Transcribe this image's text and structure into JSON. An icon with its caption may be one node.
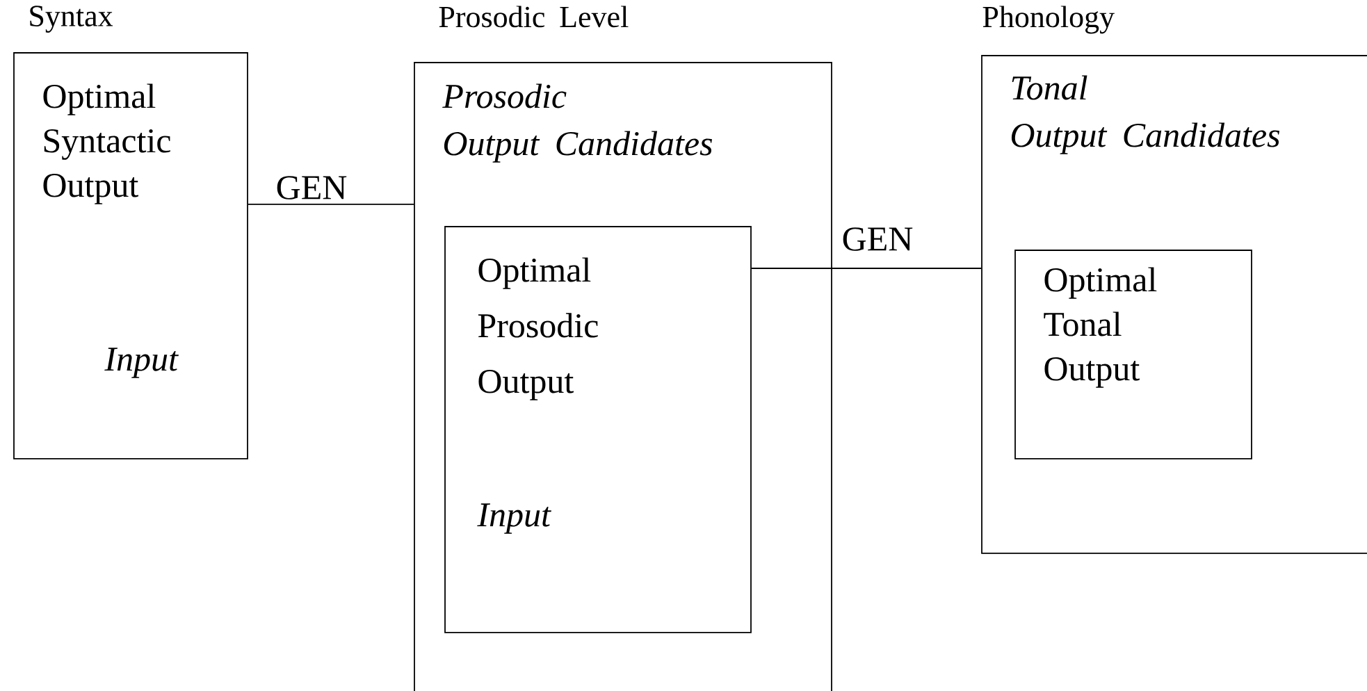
{
  "diagram": {
    "nodes": [
      {
        "text": [
          "Syntax",
          "Optimal Syntactic Output",
          "Input"
        ]
      },
      {
        "text": [
          "Prosodic Level",
          "Prosodic Output Candidates"
        ]
      },
      {
        "text": [
          "Optimal Prosodic Output",
          "Input"
        ],
        "in": 1
      },
      {
        "text": [
          "Phonology",
          "Tonal Output Candidates"
        ]
      },
      {
        "text": [
          "Optimal Tonal Output"
        ],
        "in": 3
      }
    ],
    "edges": [
      {
        "from": 0,
        "to": 1,
        "arrow": "none",
        "label": "GEN"
      },
      {
        "from": 2,
        "to": 3,
        "arrow": "none",
        "label": "GEN"
      }
    ]
  }
}
